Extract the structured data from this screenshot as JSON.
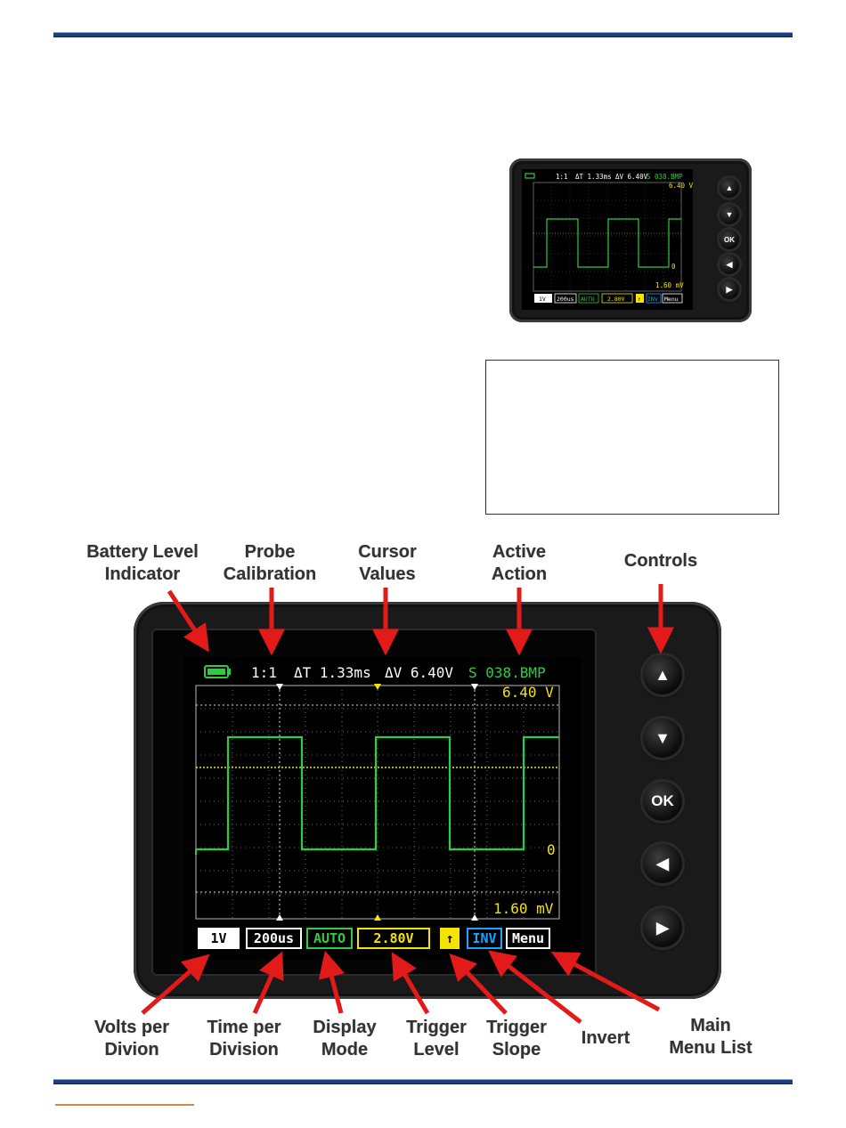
{
  "scope": {
    "probe": "1:1",
    "delta_t": "ΔT 1.33ms",
    "delta_v": "ΔV 6.40V",
    "active_action": "S 038.BMP",
    "upper_cursor_value": "6.40 V",
    "lower_cursor_value": "1.60 mV",
    "zero_marker": "0",
    "bottom_bar": {
      "volts_per_div": "1V",
      "time_per_div": "200us",
      "display_mode": "AUTO",
      "trigger_level": "2.80V",
      "trigger_slope": "↑",
      "invert": "INV",
      "menu": "Menu"
    }
  },
  "buttons": {
    "up": "▲",
    "down": "▼",
    "ok": "OK",
    "left": "◀",
    "right": "▶"
  },
  "annotations": {
    "battery": "Battery Level\nIndicator",
    "probe": "Probe\nCalibration",
    "cursor": "Cursor\nValues",
    "active": "Active\nAction",
    "controls": "Controls",
    "volts": "Volts per\nDivion",
    "time": "Time per\nDivision",
    "display": "Display\nMode",
    "trig_level": "Trigger\nLevel",
    "trig_slope": "Trigger\nSlope",
    "invert": "Invert",
    "menu": "Main\nMenu List"
  },
  "colors": {
    "trace": "#2ecc40",
    "yellow": "#f5e300",
    "cyan": "#1aa3ff",
    "arrow": "#e21a1a",
    "header_rule": "#1f3f7a"
  }
}
